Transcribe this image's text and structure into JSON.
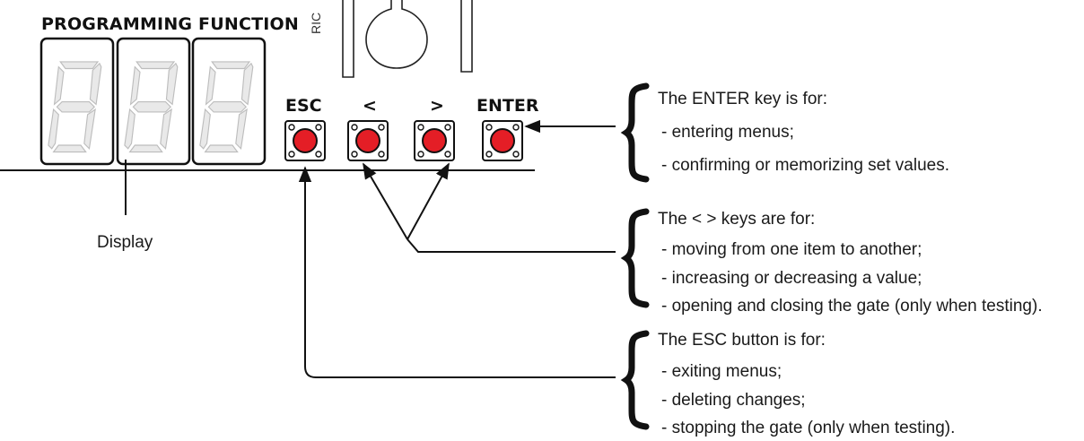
{
  "panel": {
    "title": "PROGRAMMING FUNCTION",
    "ric_label": "RIC",
    "display_label": "Display",
    "display_digits": [
      "8",
      "8",
      "8"
    ]
  },
  "keys": {
    "esc": "ESC",
    "left": "<",
    "right": ">",
    "enter": "ENTER"
  },
  "notes": {
    "enter": {
      "heading": "The ENTER key is for:",
      "items": [
        "- entering menus;",
        "- confirming or memorizing set values."
      ]
    },
    "arrows": {
      "heading": "The < > keys are for:",
      "items": [
        "- moving from one item to another;",
        "- increasing or decreasing a value;",
        "- opening and closing the gate (only when testing)."
      ]
    },
    "esc": {
      "heading": "The ESC button is for:",
      "items": [
        "- exiting menus;",
        "- deleting changes;",
        "- stopping the gate (only when testing)."
      ]
    }
  },
  "colors": {
    "button_red": "#e41e26",
    "segment_gray": "#d6d6d6",
    "line": "#111111"
  }
}
